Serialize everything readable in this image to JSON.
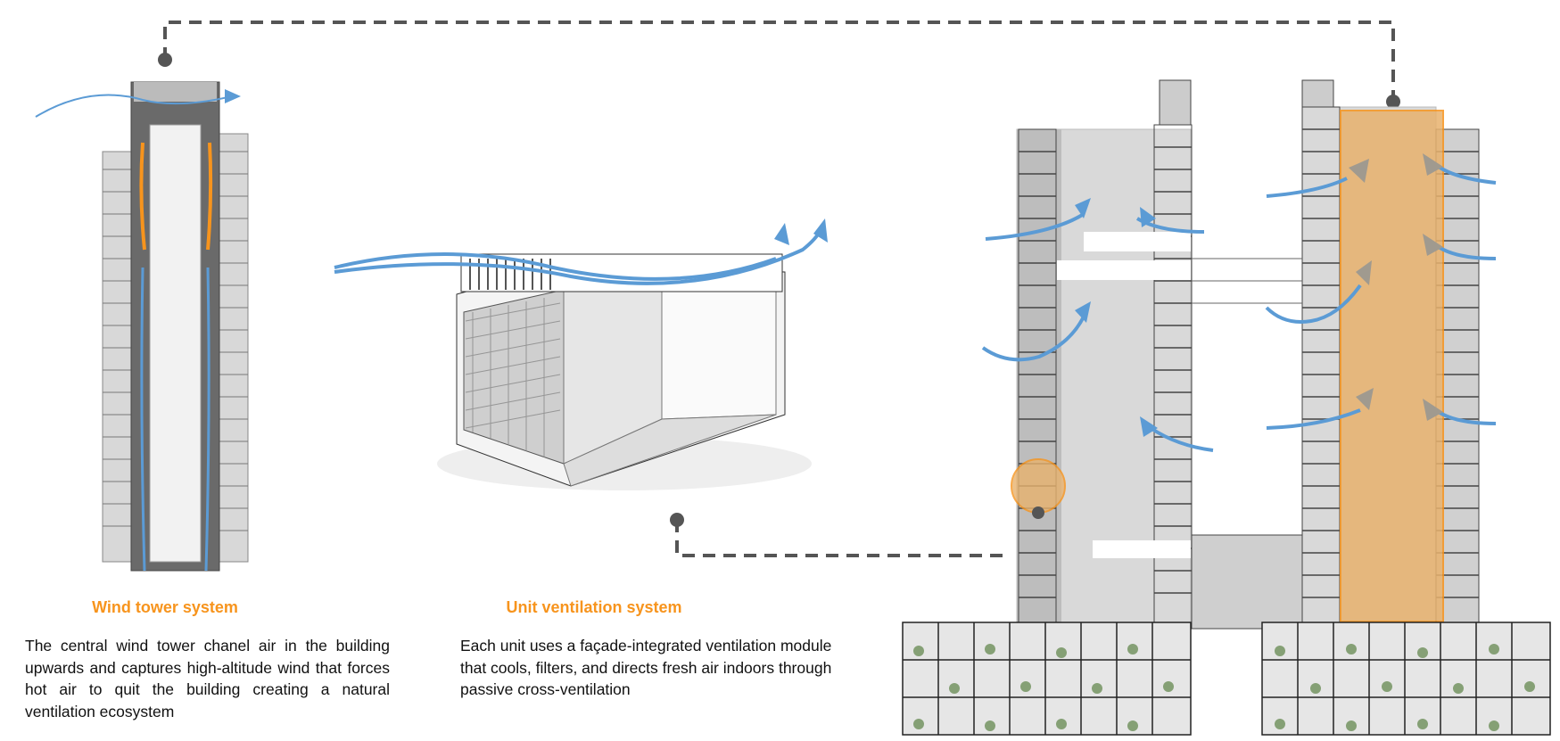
{
  "wind_tower": {
    "title": "Wind tower system",
    "description": "The central wind tower chanel air in the building upwards and captures high-altitude wind that forces hot air to quit the building creating a natural ventilation ecosystem"
  },
  "unit_ventilation": {
    "title": "Unit ventilation system",
    "description": "Each unit uses a façade-integrated ventilation module that cools, filters, and directs fresh air indoors through passive cross-ventilation"
  },
  "colors": {
    "accent_orange": "#f7941d",
    "airflow_blue": "#5b9bd5",
    "connector_gray": "#555555",
    "highlight_fill": "#e8b26e"
  }
}
